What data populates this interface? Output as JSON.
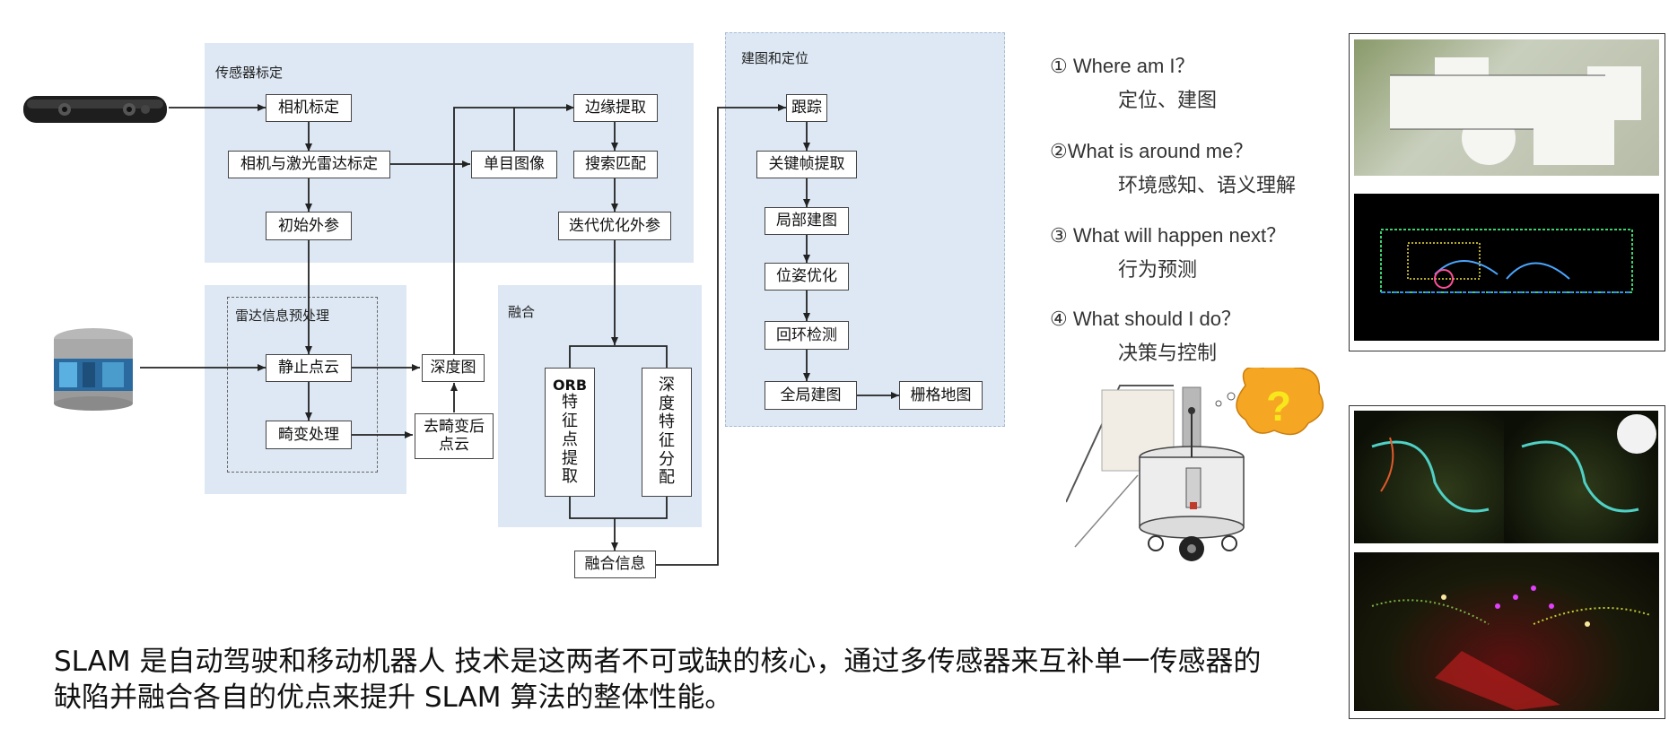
{
  "regions": {
    "sensor_calibration": "传感器标定",
    "lidar_preprocess": "雷达信息预处理",
    "fusion": "融合",
    "mapping_localization": "建图和定位"
  },
  "nodes": {
    "camera_calib": "相机标定",
    "camera_lidar_calib": "相机与激光雷达标定",
    "initial_extrinsic": "初始外参",
    "static_pointcloud": "静止点云",
    "distortion": "畸变处理",
    "depth_map": "深度图",
    "undistorted_cloud_line1": "去畸变后",
    "undistorted_cloud_line2": "点云",
    "mono_image": "单目图像",
    "edge_extract": "边缘提取",
    "search_match": "搜索匹配",
    "iter_opt": "迭代优化外参",
    "orb": [
      "ORB",
      "特",
      "征",
      "点",
      "提",
      "取"
    ],
    "depth_feat": [
      "深",
      "度",
      "特",
      "征",
      "分",
      "配"
    ],
    "fusion_info": "融合信息",
    "tracking": "跟踪",
    "keyframe": "关键帧提取",
    "local_map": "局部建图",
    "pose_opt": "位姿优化",
    "loop_detect": "回环检测",
    "global_map": "全局建图",
    "grid_map": "栅格地图"
  },
  "questions": [
    {
      "q": "① Where am I？",
      "a": "定位、建图"
    },
    {
      "q": "②What is around me？",
      "a": "环境感知、语义理解"
    },
    {
      "q": "③ What will happen next？",
      "a": "行为预测"
    },
    {
      "q": "④ What should I do？",
      "a": "决策与控制"
    }
  ],
  "robot_thought": "?",
  "caption": {
    "line1": "SLAM 是自动驾驶和移动机器人  技术是这两者不可或缺的核心，通过多传感器来互补单一传感器的",
    "line2": "缺陷并融合各自的优点来提升 SLAM 算法的整体性能。"
  },
  "colors": {
    "region_fill": "#dde8f4",
    "node_border": "#444444",
    "arrow": "#222222",
    "thought_bubble": "#f5a623"
  }
}
